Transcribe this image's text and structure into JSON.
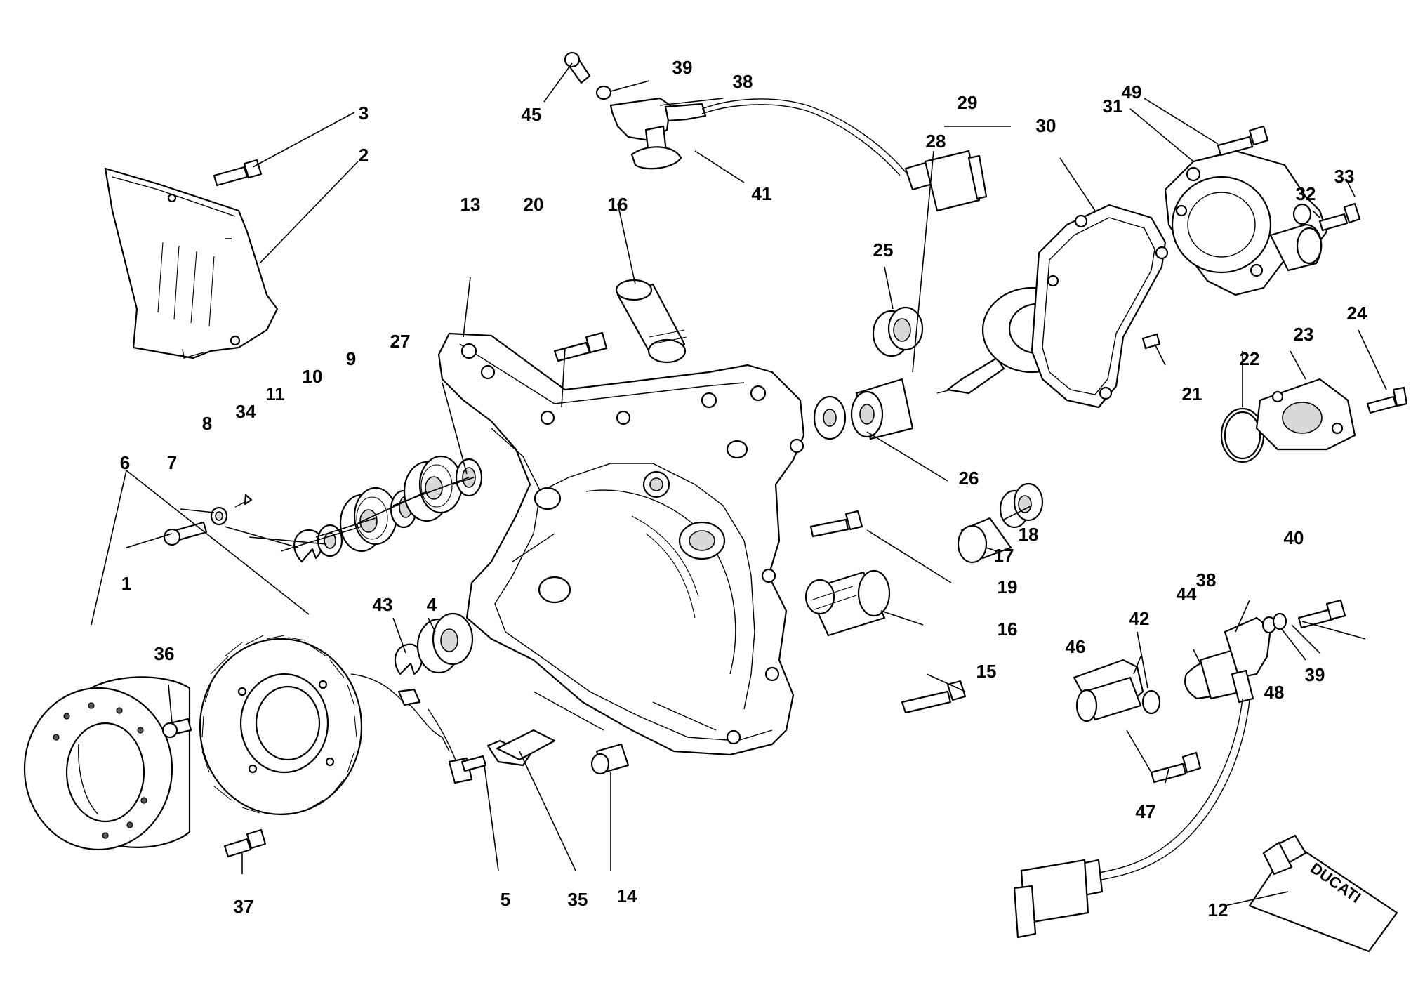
{
  "diagram": {
    "brand_text": "DUCATI",
    "callouts": [
      {
        "id": "1",
        "text": "1"
      },
      {
        "id": "2",
        "text": "2"
      },
      {
        "id": "3",
        "text": "3"
      },
      {
        "id": "4",
        "text": "4"
      },
      {
        "id": "5",
        "text": "5"
      },
      {
        "id": "6",
        "text": "6"
      },
      {
        "id": "7",
        "text": "7"
      },
      {
        "id": "8",
        "text": "8"
      },
      {
        "id": "9",
        "text": "9"
      },
      {
        "id": "10",
        "text": "10"
      },
      {
        "id": "11",
        "text": "11"
      },
      {
        "id": "12",
        "text": "12"
      },
      {
        "id": "13",
        "text": "13"
      },
      {
        "id": "14",
        "text": "14"
      },
      {
        "id": "15",
        "text": "15"
      },
      {
        "id": "16a",
        "text": "16"
      },
      {
        "id": "16b",
        "text": "16"
      },
      {
        "id": "17",
        "text": "17"
      },
      {
        "id": "18",
        "text": "18"
      },
      {
        "id": "19",
        "text": "19"
      },
      {
        "id": "20",
        "text": "20"
      },
      {
        "id": "21",
        "text": "21"
      },
      {
        "id": "22",
        "text": "22"
      },
      {
        "id": "23",
        "text": "23"
      },
      {
        "id": "24",
        "text": "24"
      },
      {
        "id": "25",
        "text": "25"
      },
      {
        "id": "26",
        "text": "26"
      },
      {
        "id": "27",
        "text": "27"
      },
      {
        "id": "28",
        "text": "28"
      },
      {
        "id": "29",
        "text": "29"
      },
      {
        "id": "30",
        "text": "30"
      },
      {
        "id": "31",
        "text": "31"
      },
      {
        "id": "32",
        "text": "32"
      },
      {
        "id": "33",
        "text": "33"
      },
      {
        "id": "34",
        "text": "34"
      },
      {
        "id": "35",
        "text": "35"
      },
      {
        "id": "36",
        "text": "36"
      },
      {
        "id": "37",
        "text": "37"
      },
      {
        "id": "38a",
        "text": "38"
      },
      {
        "id": "38b",
        "text": "38"
      },
      {
        "id": "39a",
        "text": "39"
      },
      {
        "id": "39b",
        "text": "39"
      },
      {
        "id": "40",
        "text": "40"
      },
      {
        "id": "41",
        "text": "41"
      },
      {
        "id": "42",
        "text": "42"
      },
      {
        "id": "43",
        "text": "43"
      },
      {
        "id": "44",
        "text": "44"
      },
      {
        "id": "45",
        "text": "45"
      },
      {
        "id": "46",
        "text": "46"
      },
      {
        "id": "47",
        "text": "47"
      },
      {
        "id": "48",
        "text": "48"
      },
      {
        "id": "49",
        "text": "49"
      }
    ]
  }
}
